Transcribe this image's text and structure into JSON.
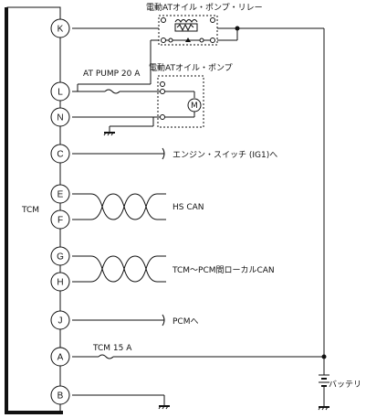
{
  "tcm": {
    "label": "TCM"
  },
  "pins": [
    "K",
    "L",
    "N",
    "C",
    "E",
    "F",
    "G",
    "H",
    "J",
    "A",
    "B"
  ],
  "labels": {
    "relay": "電動ATオイル・ポンプ・リレー",
    "pump": "電動ATオイル・ポンプ",
    "fuse_pump": "AT PUMP 20 A",
    "fuse_tcm": "TCM 15 A",
    "motor": "M",
    "ignition": "エンジン・スイッチ (IG1)へ",
    "hs_can": "HS CAN",
    "local_can": "TCM～PCM間ローカルCAN",
    "pcm": "PCMへ",
    "battery": "バッテリ"
  }
}
